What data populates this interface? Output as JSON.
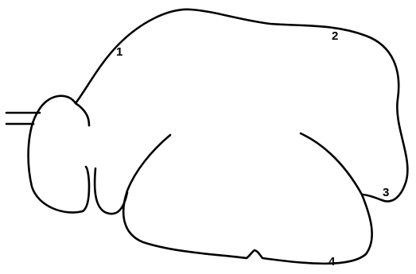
{
  "diagram": {
    "labels": {
      "one": "1",
      "two": "2",
      "three": "3",
      "four": "4"
    },
    "line_color": "#000000",
    "background_color": "#ffffff"
  }
}
